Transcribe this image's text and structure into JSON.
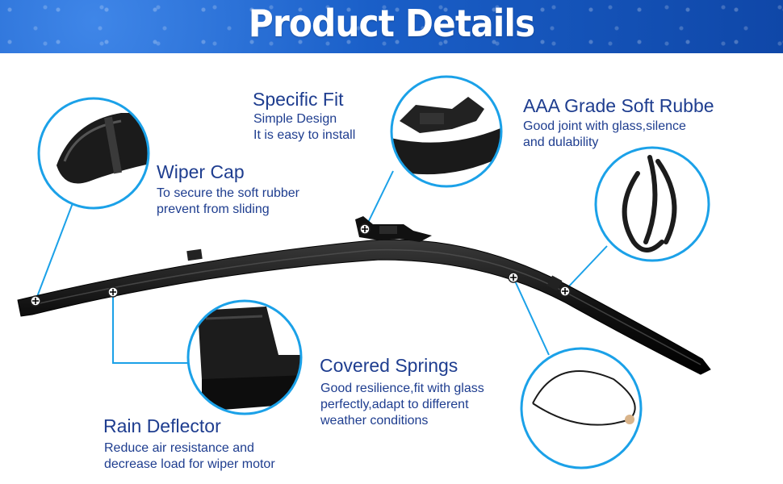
{
  "banner": {
    "title": "Product Details"
  },
  "features": {
    "specific_fit": {
      "title": "Specific Fit",
      "desc": [
        "Simple Design",
        "It is easy to install"
      ]
    },
    "rubber": {
      "title": "AAA Grade Soft Rubbe",
      "desc": [
        "Good joint with glass,silence",
        "and dulability"
      ]
    },
    "wiper_cap": {
      "title": "Wiper Cap",
      "desc": [
        "To secure the soft rubber",
        "prevent from sliding"
      ]
    },
    "covered_springs": {
      "title": "Covered Springs",
      "desc": [
        "Good resilience,fit with glass",
        "perfectly,adapt to different",
        "weather conditions"
      ]
    },
    "rain_deflector": {
      "title": "Rain Deflector",
      "desc": [
        "Reduce air resistance and",
        "decrease load for wiper motor"
      ]
    }
  },
  "colors": {
    "accent": "#1ba1e8",
    "text": "#1e3d8f",
    "banner": "#1a5fc8"
  }
}
